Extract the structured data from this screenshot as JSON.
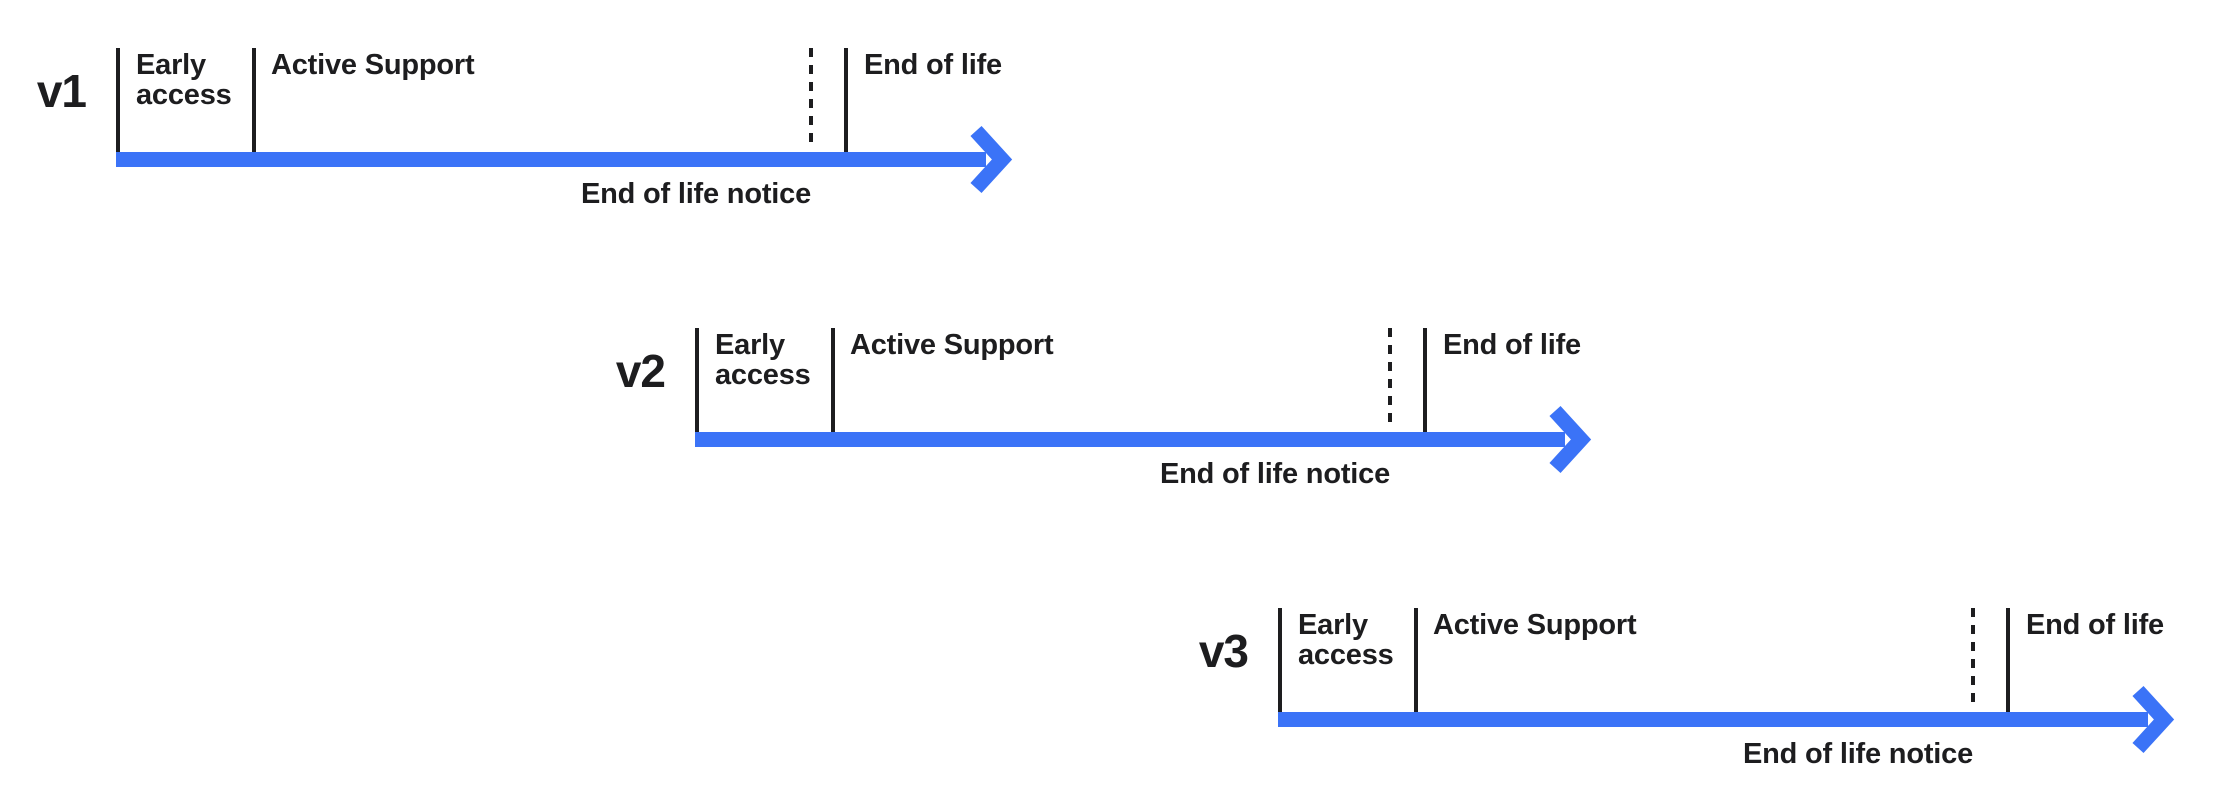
{
  "colors": {
    "arrow-blue": "#3B73F7",
    "ink": "#1D1D1F"
  },
  "diagram": {
    "type": "release-lifecycle-timelines",
    "timelines": [
      {
        "version": "v1",
        "phases": {
          "early_access": "Early access",
          "active_support": "Active Support",
          "end_of_life": "End of life",
          "end_of_life_notice": "End of life notice"
        }
      },
      {
        "version": "v2",
        "phases": {
          "early_access": "Early access",
          "active_support": "Active Support",
          "end_of_life": "End of life",
          "end_of_life_notice": "End of life notice"
        }
      },
      {
        "version": "v3",
        "phases": {
          "early_access": "Early access",
          "active_support": "Active Support",
          "end_of_life": "End of life",
          "end_of_life_notice": "End of life notice"
        }
      }
    ]
  }
}
